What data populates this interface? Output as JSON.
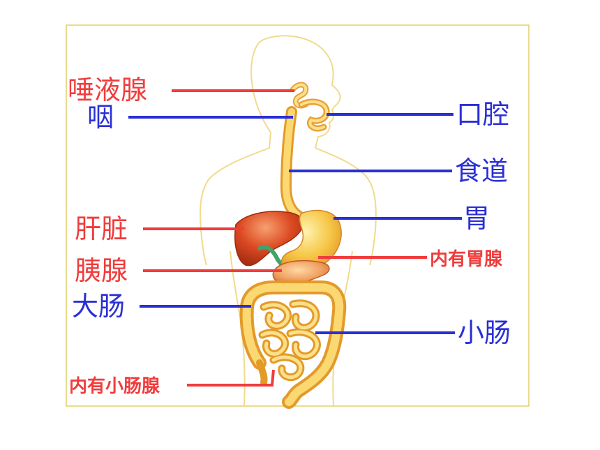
{
  "colors": {
    "label_red": "#f03c3c",
    "label_blue": "#2a2fd6",
    "border": "#e2cf68",
    "organ_yellow": "#f6c646",
    "liver_red": "#d8431c"
  },
  "labels": {
    "salivary_gland": "唾液腺",
    "pharynx": "咽",
    "oral_cavity": "口腔",
    "esophagus": "食道",
    "liver": "肝脏",
    "stomach": "胃",
    "gastric_gland": "内有胃腺",
    "pancreas": "胰腺",
    "large_intestine": "大肠",
    "small_intestine": "小肠",
    "intestinal_gland": "内有小肠腺"
  }
}
